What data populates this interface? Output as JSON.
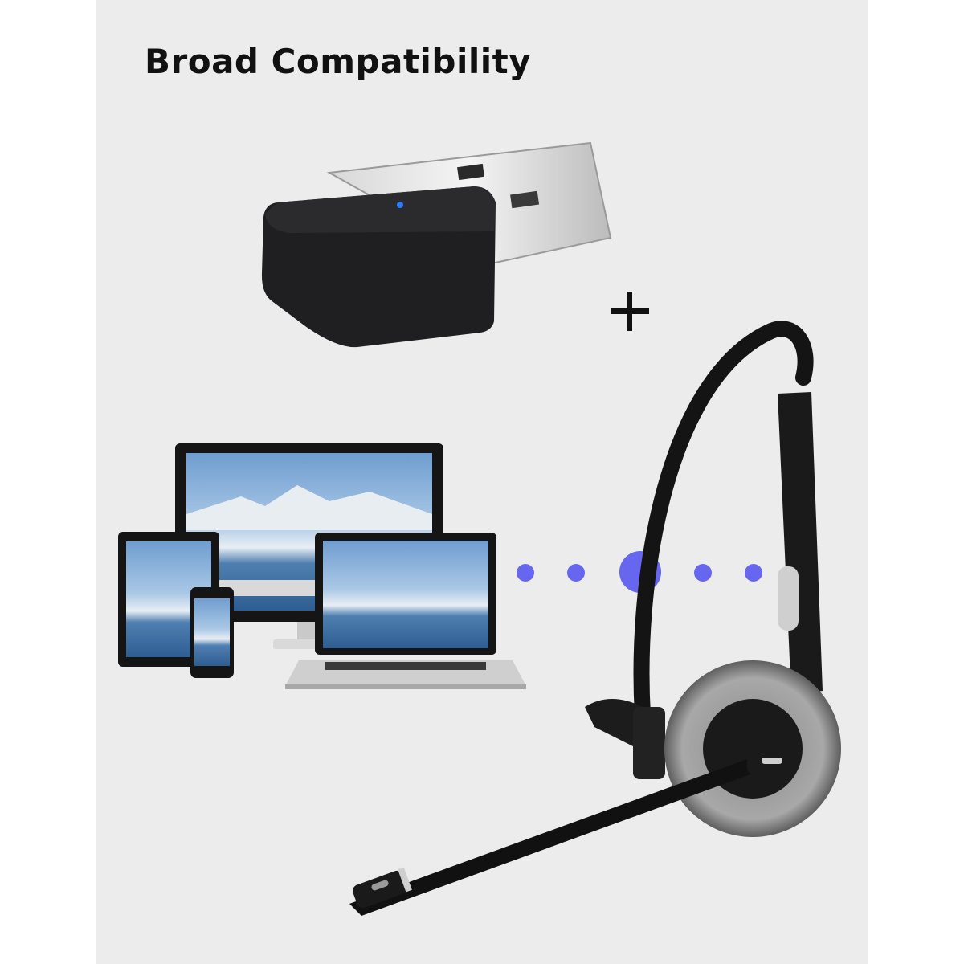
{
  "heading": "Broad Compatibility",
  "illustration": {
    "items": [
      "usb-dongle",
      "monitor",
      "tablet",
      "phone",
      "laptop",
      "headset"
    ],
    "connector": "plus-icon",
    "link_dots": 5
  },
  "colors": {
    "background": "#ececec",
    "dot": "#6666ee",
    "dongle": "#1f1f21",
    "led": "#2e7bff"
  }
}
